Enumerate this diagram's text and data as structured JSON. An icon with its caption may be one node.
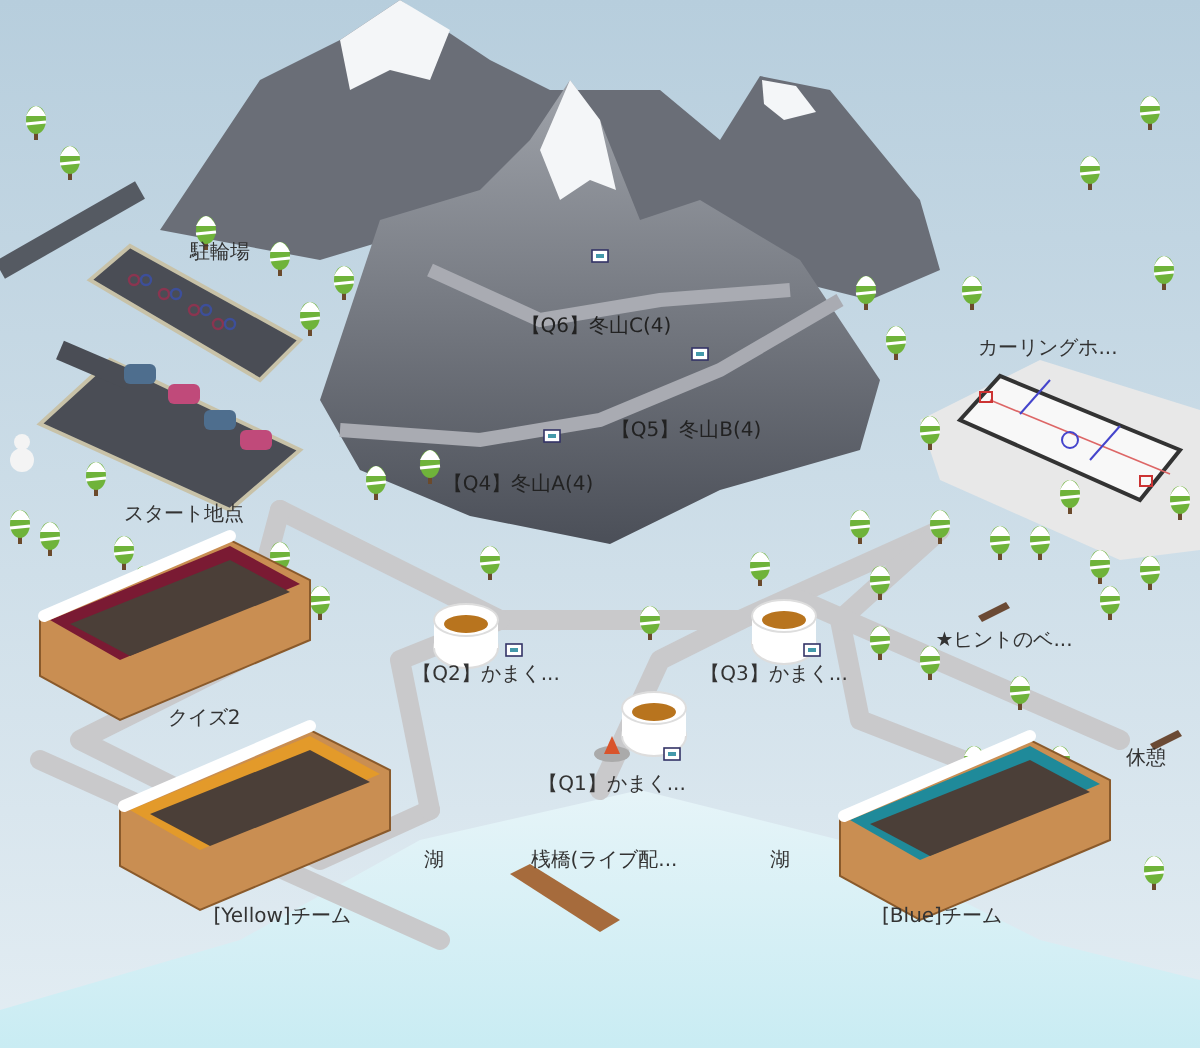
{
  "diagram": {
    "labels": [
      "駐輪場",
      "【Q6】冬山C(4)",
      "カーリングホ...",
      "【Q5】冬山B(4)",
      "【Q4】冬山A(4)",
      "スタート地点",
      "【Q2】かまく...",
      "【Q3】かまく...",
      "★ヒントのベ...",
      "クイズ2",
      "【Q1】かまく...",
      "休憩",
      "湖",
      "桟橋(ライブ配...",
      "湖",
      "[Yellow]チーム",
      "[Blue]チーム"
    ]
  }
}
